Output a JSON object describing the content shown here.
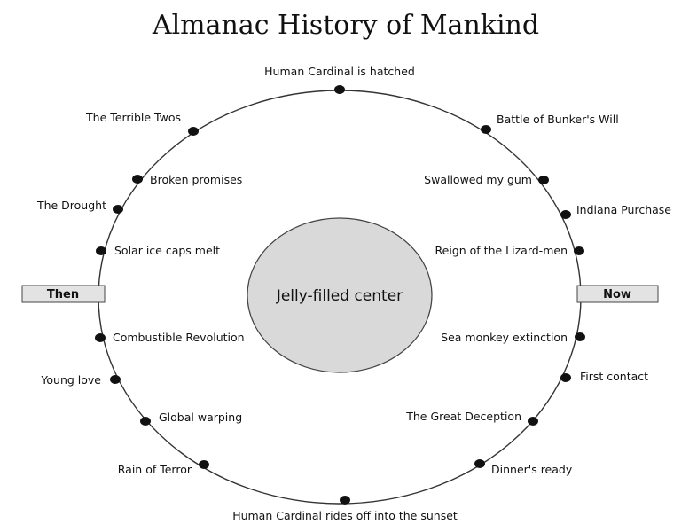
{
  "title": "Almanac History of Mankind",
  "center_label": "Jelly-filled center",
  "left_tag": "Then",
  "right_tag": "Now",
  "colors": {
    "ink": "#111111",
    "center_fill": "#d9d9d9",
    "tag_fill": "#e3e3e3"
  },
  "events": [
    {
      "label": "Human Cardinal is hatched"
    },
    {
      "label": "Battle of Bunker's Will"
    },
    {
      "label": "Swallowed my gum"
    },
    {
      "label": "Indiana Purchase"
    },
    {
      "label": "Reign of the Lizard-men"
    },
    {
      "label": "Sea monkey extinction"
    },
    {
      "label": "First contact"
    },
    {
      "label": "The Great Deception"
    },
    {
      "label": "Dinner's ready"
    },
    {
      "label": "Human Cardinal rides off into the sunset"
    },
    {
      "label": "Rain of Terror"
    },
    {
      "label": "Global warping"
    },
    {
      "label": "Young love"
    },
    {
      "label": "Combustible Revolution"
    },
    {
      "label": "Solar ice caps melt"
    },
    {
      "label": "The Drought"
    },
    {
      "label": "Broken promises"
    },
    {
      "label": "The Terrible Twos"
    }
  ]
}
